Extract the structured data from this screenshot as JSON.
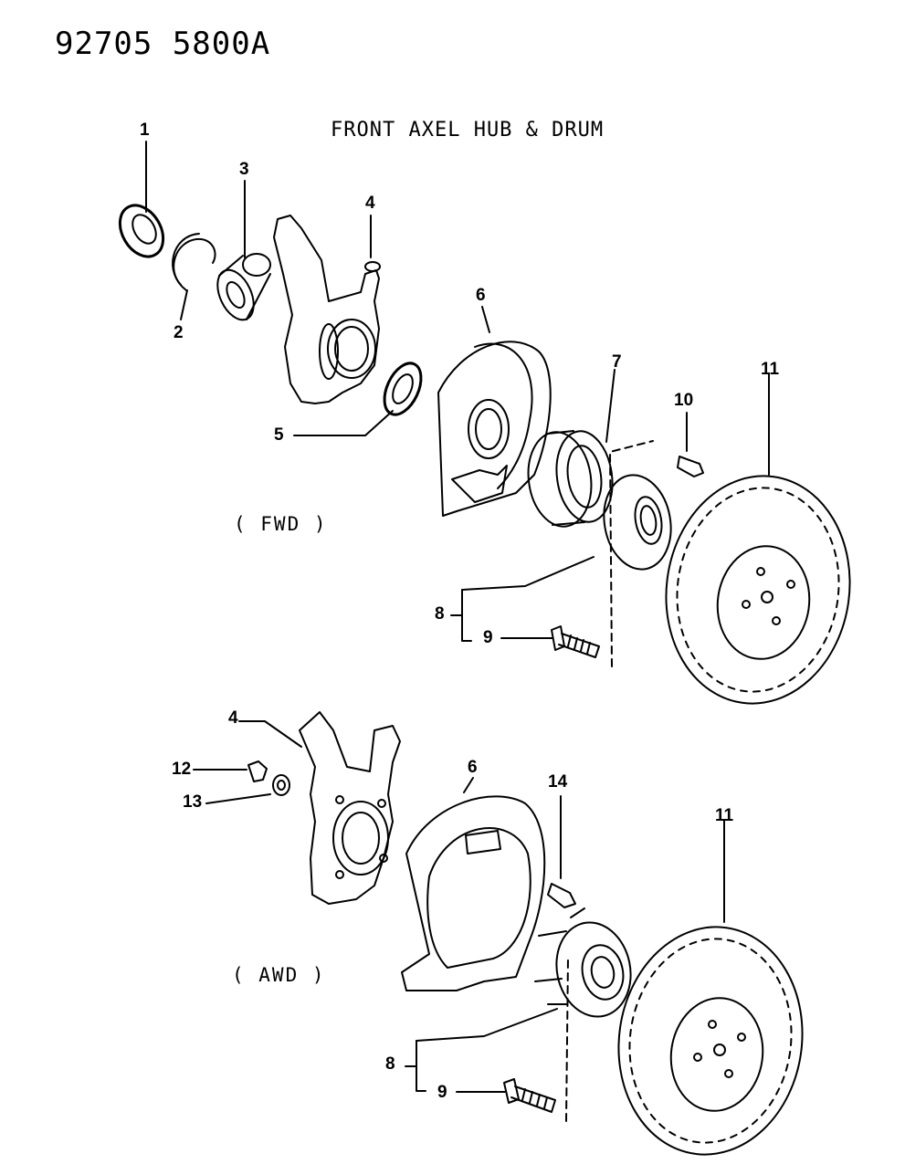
{
  "header": {
    "code": "92705 5800A"
  },
  "title": "FRONT AXEL HUB & DRUM",
  "variants": {
    "fwd": "( FWD )",
    "awd": "( AWD )"
  },
  "callouts": {
    "fwd": [
      "1",
      "2",
      "3",
      "4",
      "5",
      "6",
      "7",
      "8",
      "9",
      "10",
      "11"
    ],
    "awd": [
      "4",
      "12",
      "13",
      "6",
      "14",
      "11",
      "8",
      "9"
    ]
  }
}
